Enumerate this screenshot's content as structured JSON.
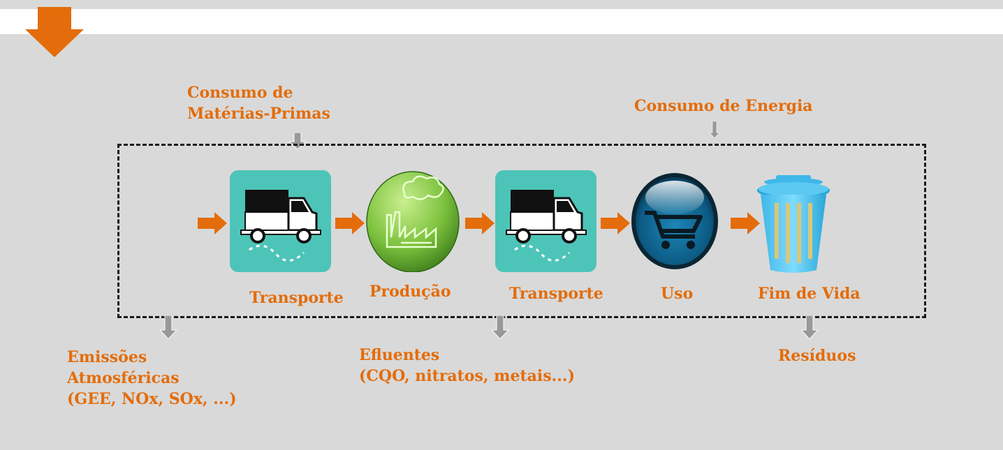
{
  "inputs": {
    "raw_materials": [
      "Consumo de",
      "Matérias-Primas"
    ],
    "energy": "Consumo de Energia"
  },
  "stages": {
    "transport_1": "Transporte",
    "production": "Produção",
    "transport_2": "Transporte",
    "use": "Uso",
    "end_of_life": "Fim de Vida"
  },
  "outputs": {
    "emissions": [
      "Emissões",
      "Atmosféricas",
      "(GEE, NOx, SOx, ...)"
    ],
    "effluents": [
      "Efluentes",
      "(CQO, nitratos, metais...)"
    ],
    "waste": "Resíduos"
  },
  "colors": {
    "accent": "#e46c0a",
    "teal": "#4dc4b8",
    "gray_arrow": "#999999",
    "background": "#d9d9d9"
  },
  "icons": [
    "truck-icon",
    "factory-icon",
    "shopping-cart-icon",
    "trash-bin-icon"
  ]
}
